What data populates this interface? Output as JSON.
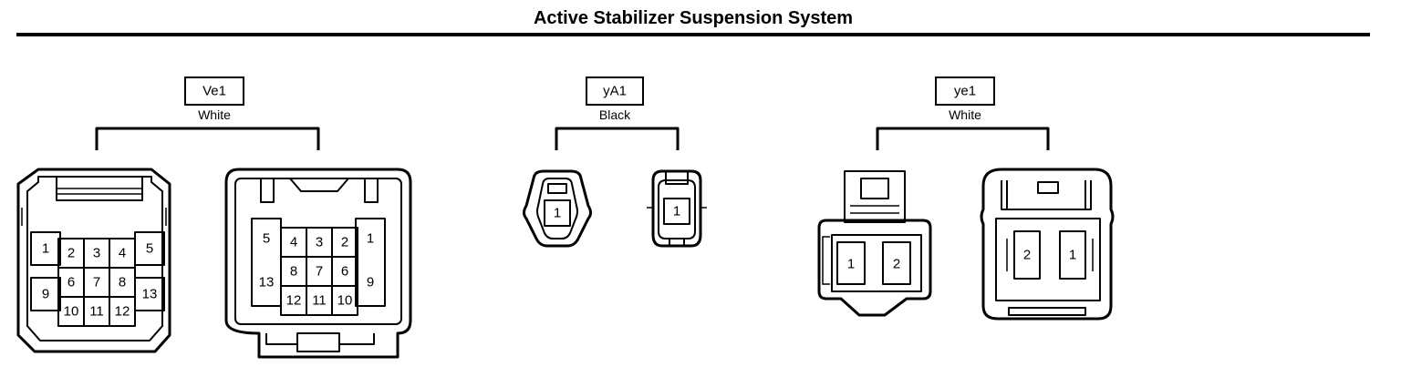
{
  "title": "Active Stabilizer Suspension System",
  "connectors": [
    {
      "id": "Ve1",
      "color": "White",
      "views": [
        {
          "pins": [
            "1",
            "2",
            "3",
            "4",
            "5",
            "6",
            "7",
            "8",
            "9",
            "10",
            "11",
            "12",
            "13"
          ]
        },
        {
          "pins": [
            "5",
            "4",
            "3",
            "2",
            "1",
            "13",
            "8",
            "7",
            "6",
            "9",
            "12",
            "11",
            "10"
          ]
        }
      ]
    },
    {
      "id": "yA1",
      "color": "Black",
      "views": [
        {
          "pins": [
            "1"
          ]
        },
        {
          "pins": [
            "1"
          ]
        }
      ]
    },
    {
      "id": "ye1",
      "color": "White",
      "views": [
        {
          "pins": [
            "1",
            "2"
          ]
        },
        {
          "pins": [
            "2",
            "1"
          ]
        }
      ]
    }
  ]
}
